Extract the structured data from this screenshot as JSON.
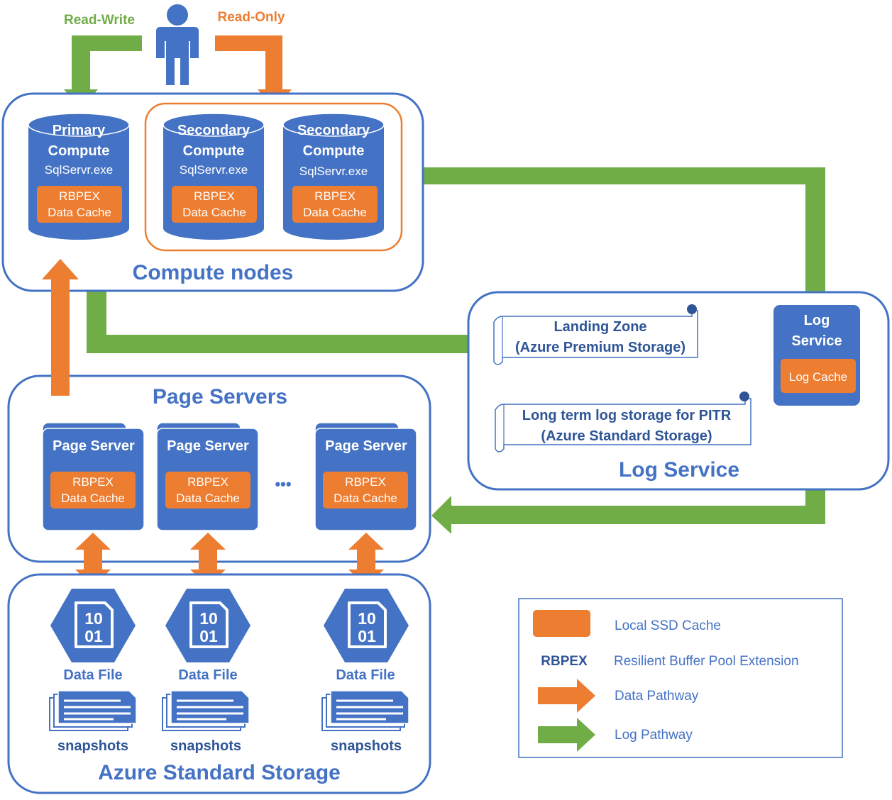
{
  "top": {
    "read_write": "Read-Write",
    "read_only": "Read-Only"
  },
  "compute": {
    "section_title": "Compute nodes",
    "primary": {
      "line1": "Primary",
      "line2": "Compute",
      "exe": "SqlServr.exe",
      "cache1": "RBPEX",
      "cache2": "Data Cache"
    },
    "secondaries": [
      {
        "line1": "Secondary",
        "line2": "Compute",
        "exe": "SqlServr.exe",
        "cache1": "RBPEX",
        "cache2": "Data Cache"
      },
      {
        "line1": "Secondary",
        "line2": "Compute",
        "exe": "SqlServr.exe",
        "cache1": "RBPEX",
        "cache2": "Data Cache"
      }
    ]
  },
  "log_service": {
    "section_title": "Log Service",
    "landing_zone": {
      "line1": "Landing Zone",
      "line2": "(Azure Premium Storage)"
    },
    "long_term": {
      "line1": "Long term log storage for PITR",
      "line2": "(Azure Standard Storage)"
    },
    "node": {
      "line1": "Log",
      "line2": "Service",
      "cache": "Log Cache"
    }
  },
  "page_servers": {
    "section_title": "Page Servers",
    "ellipsis": "•••",
    "servers": [
      {
        "title": "Page Server",
        "cache1": "RBPEX",
        "cache2": "Data Cache"
      },
      {
        "title": "Page Server",
        "cache1": "RBPEX",
        "cache2": "Data Cache"
      },
      {
        "title": "Page Server",
        "cache1": "RBPEX",
        "cache2": "Data Cache"
      }
    ]
  },
  "storage": {
    "section_title": "Azure Standard Storage",
    "files": [
      {
        "icon_line1": "10",
        "icon_line2": "01",
        "label": "Data File",
        "snap": "snapshots"
      },
      {
        "icon_line1": "10",
        "icon_line2": "01",
        "label": "Data File",
        "snap": "snapshots"
      },
      {
        "icon_line1": "10",
        "icon_line2": "01",
        "label": "Data File",
        "snap": "snapshots"
      }
    ]
  },
  "legend": {
    "ssd": "Local SSD Cache",
    "rbpex_abbr": "RBPEX",
    "rbpex_full": "Resilient Buffer Pool Extension",
    "data": "Data Pathway",
    "log": "Log Pathway"
  },
  "colors": {
    "blue": "#4472c4",
    "orange": "#ed7d31",
    "green": "#70ad47",
    "dark_blue": "#2f5597"
  }
}
